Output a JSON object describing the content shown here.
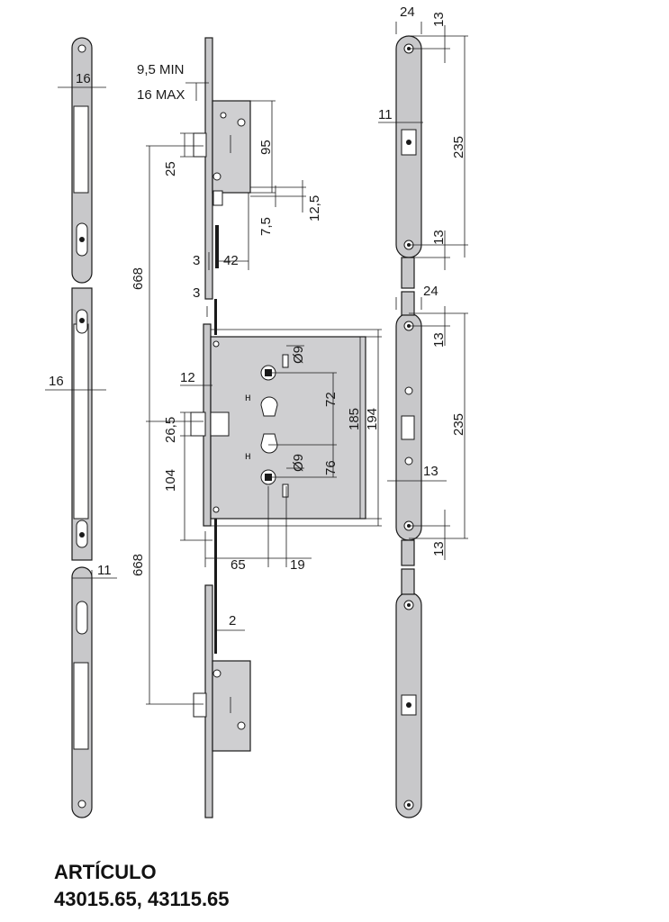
{
  "dimensions": {
    "left_top_width": "16",
    "left_mid_width": "16",
    "left_bottom_width": "11",
    "backset_min": "9,5 MIN",
    "backset_max": "16 MAX",
    "top_bolt_25": "25",
    "top_box_95": "95",
    "top_12_5": "12,5",
    "top_7_5": "7,5",
    "top_3": "3",
    "top_42": "42",
    "rod_668_top": "668",
    "rod_668_bottom": "668",
    "main_3": "3",
    "main_12": "12",
    "main_26_5": "26,5",
    "main_104": "104",
    "main_phi9_top": "Ø9",
    "main_phi9_bottom": "Ø9",
    "main_72": "72",
    "main_76": "76",
    "main_185": "185",
    "main_194": "194",
    "main_65": "65",
    "main_19": "19",
    "bottom_2": "2",
    "strike_top_24": "24",
    "strike_top_13a": "13",
    "strike_top_11": "11",
    "strike_top_235": "235",
    "strike_top_13b": "13",
    "strike_mid_24": "24",
    "strike_mid_13a": "13",
    "strike_mid_235": "235",
    "strike_mid_13b": "13",
    "strike_mid_13c": "13"
  },
  "caption": {
    "label": "ARTÍCULO",
    "codes": "43015.65, 43115.65"
  }
}
